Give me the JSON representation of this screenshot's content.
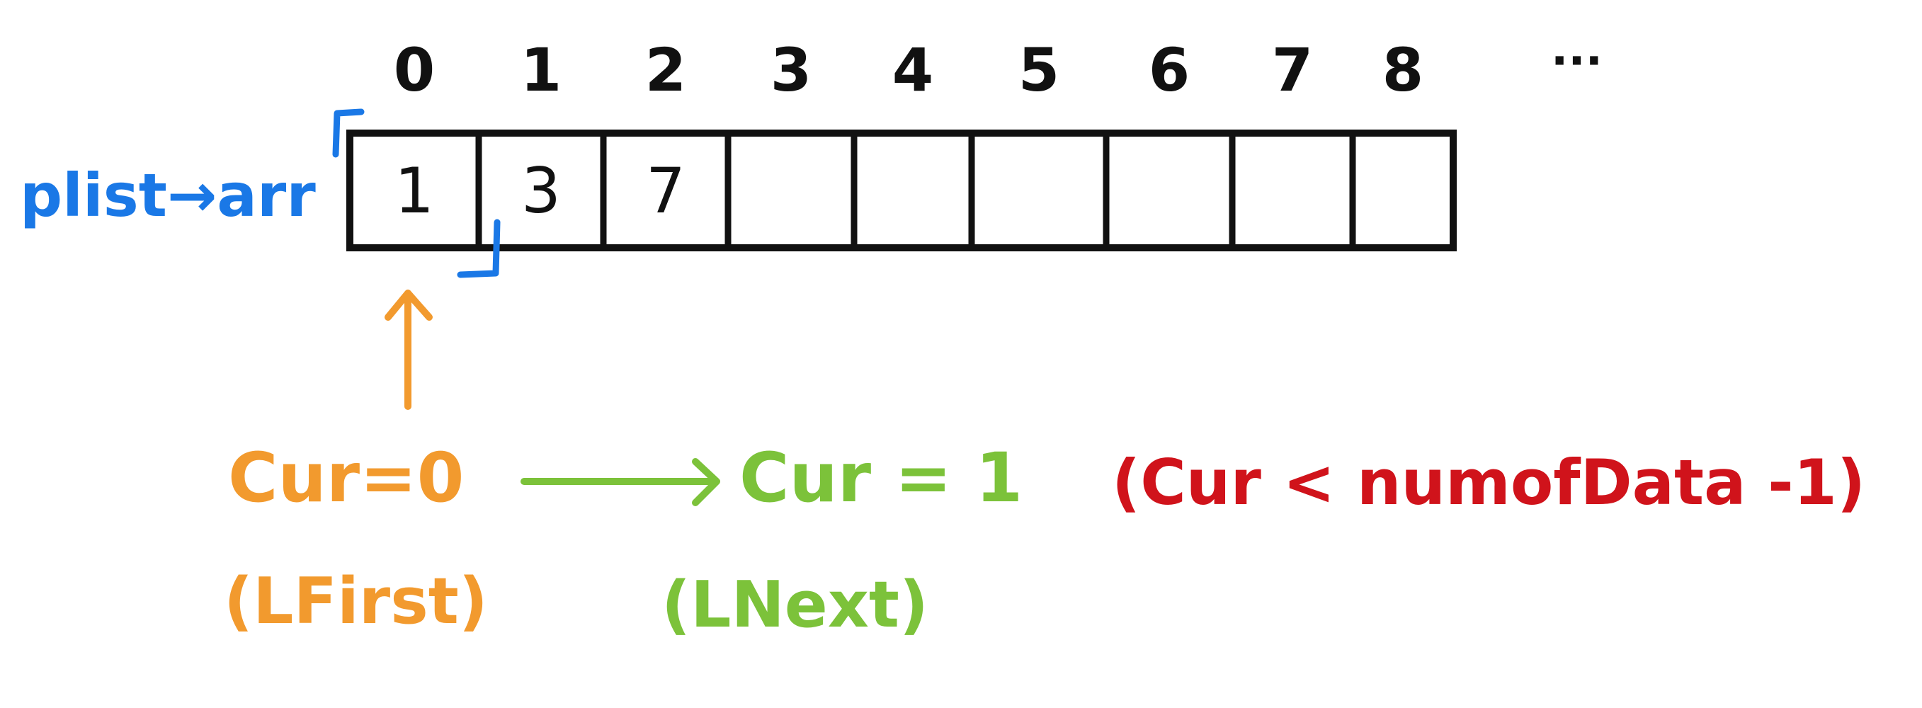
{
  "array": {
    "indices": [
      "0",
      "1",
      "2",
      "3",
      "4",
      "5",
      "6",
      "7",
      "8"
    ],
    "ellipsis": "···",
    "cells": [
      "1",
      "3",
      "7",
      "",
      "",
      "",
      "",
      "",
      ""
    ],
    "pointer_label": "plist→arr"
  },
  "cursor": {
    "first": {
      "expr": "Cur=0",
      "fn": "(LFirst)"
    },
    "next": {
      "expr": "Cur = 1",
      "fn": "(LNext)"
    },
    "condition": "(Cur < numofData -1)"
  },
  "colors": {
    "ink": "#111111",
    "blue": "#1a78e6",
    "orange": "#f29a2e",
    "green": "#7cc23a",
    "red": "#d0131b"
  }
}
